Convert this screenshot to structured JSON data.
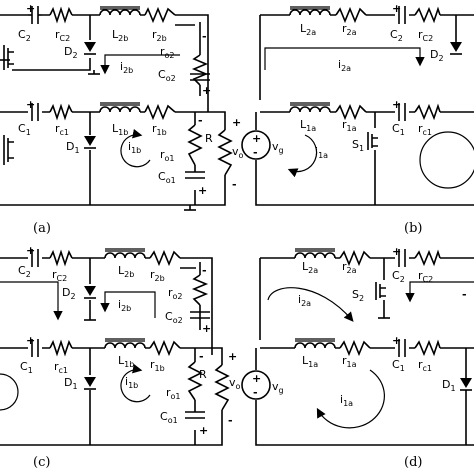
{
  "panel_a": {
    "caption": "(a)",
    "c2": "C",
    "c2_sub": "2",
    "rc2": "r",
    "rc2_sub": "C2",
    "l2b": "L",
    "l2b_sub": "2b",
    "r2b": "r",
    "r2b_sub": "2b",
    "d2": "D",
    "d2_sub": "2",
    "ro2": "r",
    "ro2_sub": "o2",
    "i2b": "i",
    "i2b_sub": "2b",
    "co2": "C",
    "co2_sub": "o2",
    "c1": "C",
    "c1_sub": "1",
    "rc1": "r",
    "rc1_sub": "c1",
    "l1b": "L",
    "l1b_sub": "1b",
    "r1b": "r",
    "r1b_sub": "1b",
    "d1": "D",
    "d1_sub": "1",
    "i1b": "i",
    "i1b_sub": "1b",
    "r": "R",
    "vo": "v",
    "vo_sub": "o",
    "ro1": "r",
    "ro1_sub": "o1",
    "co1": "C",
    "co1_sub": "o1",
    "plus": "+",
    "minus": "-"
  },
  "panel_b": {
    "caption": "(b)",
    "l2a": "L",
    "l2a_sub": "2a",
    "r2a": "r",
    "r2a_sub": "2a",
    "c2": "C",
    "c2_sub": "2",
    "rc2": "r",
    "rc2_sub": "C2",
    "i2a": "i",
    "i2a_sub": "2a",
    "d2": "D",
    "d2_sub": "2",
    "l1a": "L",
    "l1a_sub": "1a",
    "r1a": "r",
    "r1a_sub": "1a",
    "c1": "C",
    "c1_sub": "1",
    "rc1": "r",
    "rc1_sub": "c1",
    "vg": "v",
    "vg_sub": "g",
    "i1a": "i",
    "i1a_sub": "1a",
    "s1": "S",
    "s1_sub": "1",
    "plus": "+",
    "minus": "-"
  },
  "panel_c": {
    "caption": "(c)",
    "c2": "C",
    "c2_sub": "2",
    "rc2": "r",
    "rc2_sub": "C2",
    "l2b": "L",
    "l2b_sub": "2b",
    "r2b": "r",
    "r2b_sub": "2b",
    "d2": "D",
    "d2_sub": "2",
    "i2b": "i",
    "i2b_sub": "2b",
    "ro2": "r",
    "ro2_sub": "o2",
    "co2": "C",
    "co2_sub": "o2",
    "c1": "C",
    "c1_sub": "1",
    "rc1": "r",
    "rc1_sub": "c1",
    "l1b": "L",
    "l1b_sub": "1b",
    "r1b": "r",
    "r1b_sub": "1b",
    "d1": "D",
    "d1_sub": "1",
    "i1b": "i",
    "i1b_sub": "1b",
    "r": "R",
    "vo": "v",
    "vo_sub": "o",
    "ro1": "r",
    "ro1_sub": "o1",
    "co1": "C",
    "co1_sub": "o1",
    "plus": "+",
    "minus": "-"
  },
  "panel_d": {
    "caption": "(d)",
    "l2a": "L",
    "l2a_sub": "2a",
    "r2a": "r",
    "r2a_sub": "2a",
    "c2": "C",
    "c2_sub": "2",
    "rc2": "r",
    "rc2_sub": "C2",
    "i2a": "i",
    "i2a_sub": "2a",
    "s2": "S",
    "s2_sub": "2",
    "l1a": "L",
    "l1a_sub": "1a",
    "r1a": "r",
    "r1a_sub": "1a",
    "c1": "C",
    "c1_sub": "1",
    "rc1": "r",
    "rc1_sub": "c1",
    "d1": "D",
    "d1_sub": "1",
    "vg": "v",
    "vg_sub": "g",
    "i1a": "i",
    "i1a_sub": "1a",
    "plus": "+",
    "minus": "-"
  }
}
